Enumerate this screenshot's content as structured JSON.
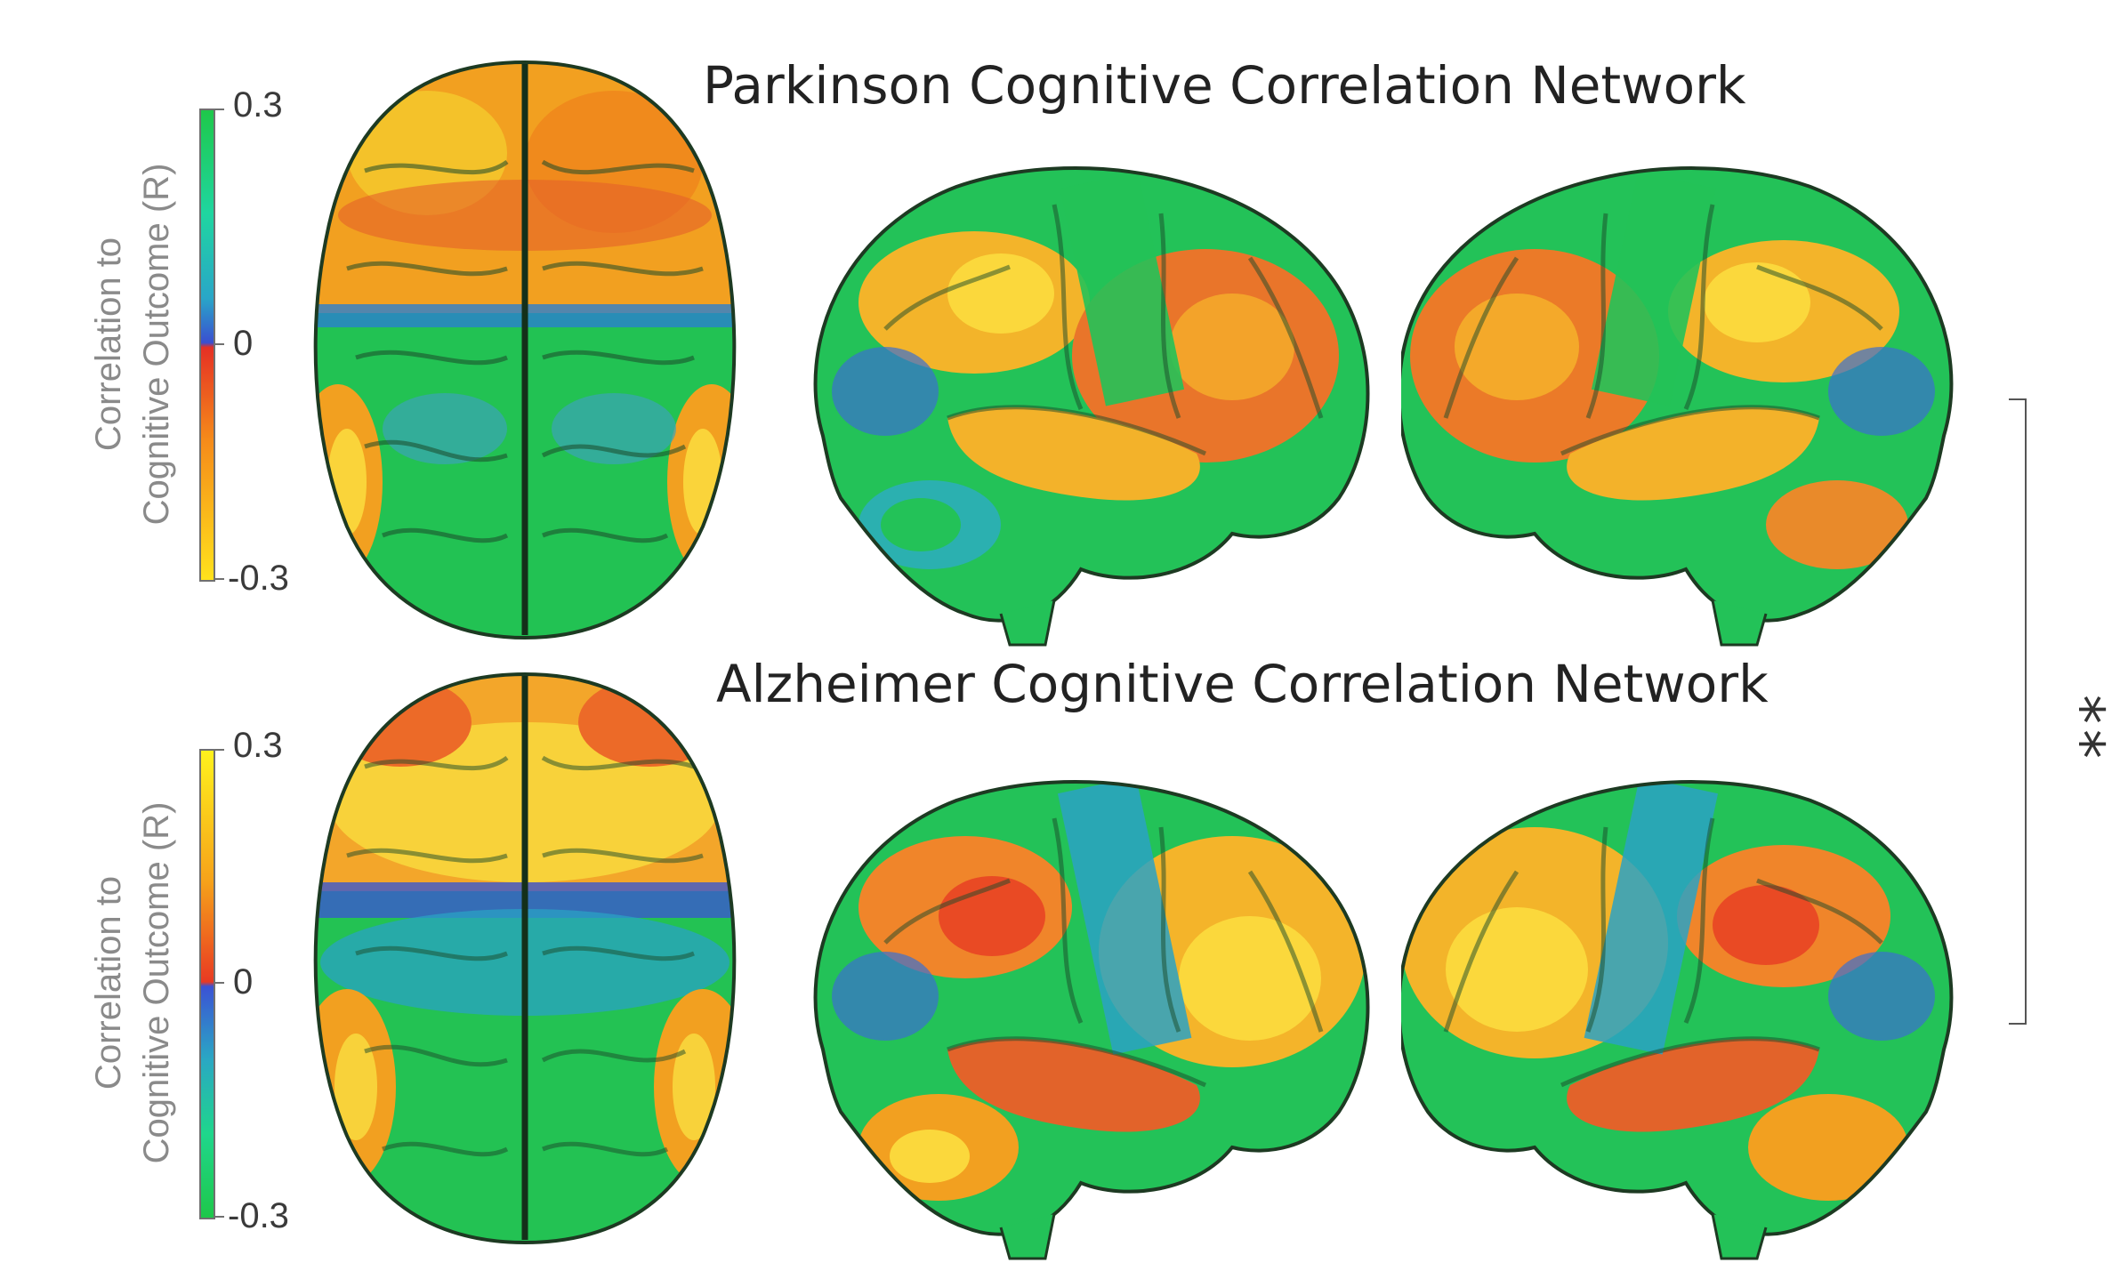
{
  "panels": {
    "parkinson": {
      "title": "Parkinson Cognitive Correlation Network",
      "colorbar": {
        "label_line1": "Correlation to",
        "label_line2": "Cognitive Outcome (R)",
        "max": "0.3",
        "mid": "0",
        "min": "-0.3",
        "colors_top_to_bottom": [
          "#1ec84a",
          "#29a6c8",
          "#3a4fd0",
          "#e53024",
          "#f58a1a",
          "#ffe21c"
        ]
      },
      "views": [
        "superior",
        "left-lateral",
        "right-lateral"
      ]
    },
    "alzheimer": {
      "title": "Alzheimer Cognitive Correlation Network",
      "colorbar": {
        "label_line1": "Correlation to",
        "label_line2": "Cognitive Outcome (R)",
        "max": "0.3",
        "mid": "0",
        "min": "-0.3",
        "colors_top_to_bottom": [
          "#fff21c",
          "#f6a21a",
          "#e83a22",
          "#3b52d4",
          "#2aa7c4",
          "#1ec84a"
        ]
      },
      "views": [
        "superior",
        "left-lateral",
        "right-lateral"
      ]
    }
  },
  "significance": {
    "marker": "**"
  }
}
